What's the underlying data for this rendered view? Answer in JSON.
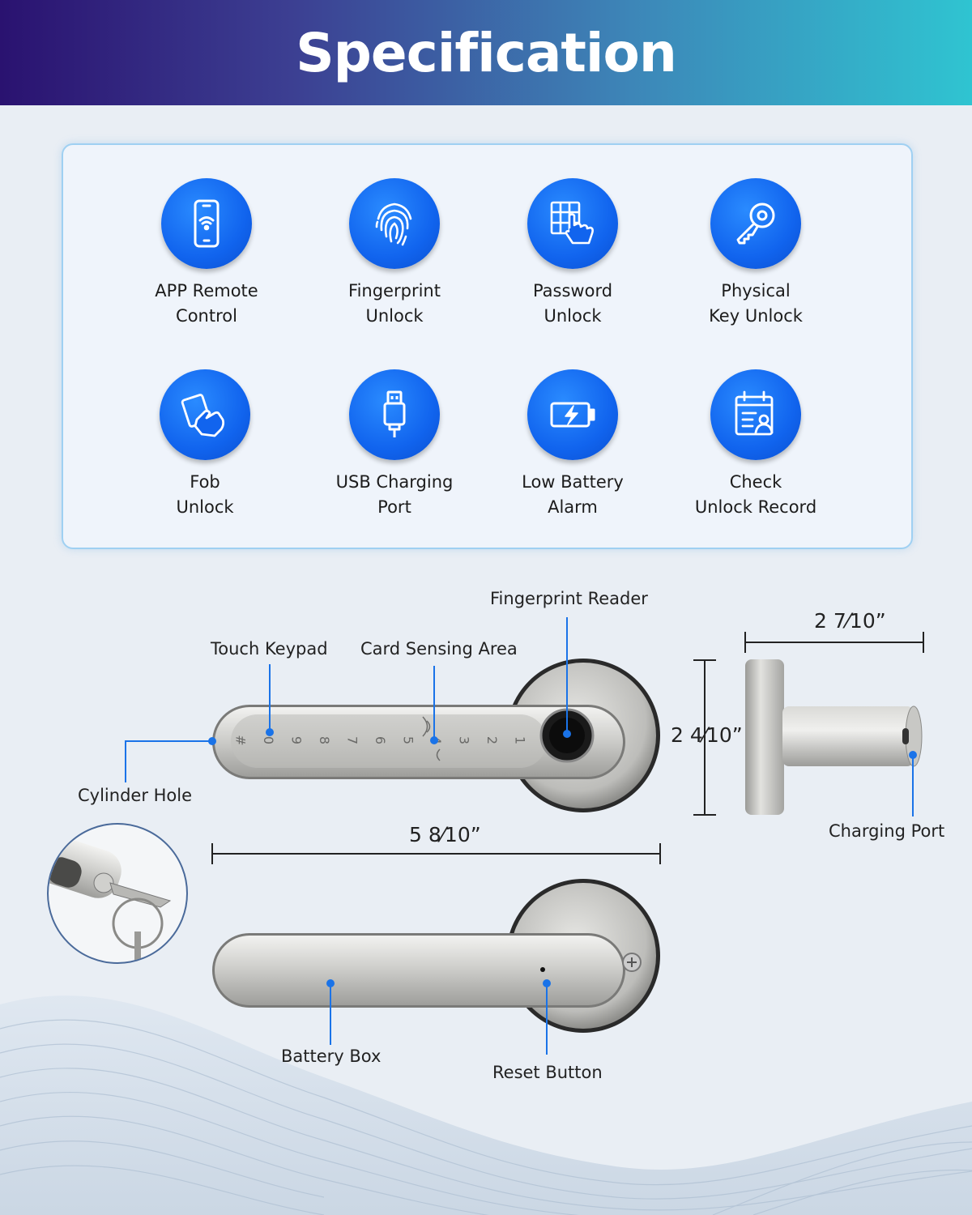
{
  "header": {
    "title": "Specification"
  },
  "features": [
    {
      "icon": "smartphone-wifi-icon",
      "label": "APP Remote\nControl"
    },
    {
      "icon": "fingerprint-icon",
      "label": "Fingerprint\nUnlock"
    },
    {
      "icon": "keypad-touch-icon",
      "label": "Password\nUnlock"
    },
    {
      "icon": "key-icon",
      "label": "Physical\nKey Unlock"
    },
    {
      "icon": "fob-card-icon",
      "label": "Fob\nUnlock"
    },
    {
      "icon": "usb-plug-icon",
      "label": "USB Charging\nPort"
    },
    {
      "icon": "low-battery-icon",
      "label": "Low Battery\nAlarm"
    },
    {
      "icon": "calendar-record-icon",
      "label": "Check\nUnlock Record"
    }
  ],
  "callouts": {
    "fingerprint_reader": "Fingerprint Reader",
    "touch_keypad": "Touch Keypad",
    "card_sensing_area": "Card Sensing Area",
    "cylinder_hole": "Cylinder Hole",
    "charging_port": "Charging Port",
    "battery_box": "Battery Box",
    "reset_button": "Reset Button"
  },
  "dimensions": {
    "depth": "2 7⁄10”",
    "height": "2 4⁄10”",
    "length": "5 8⁄10”"
  },
  "keypad_keys": [
    "1",
    "2",
    "3",
    "4",
    "5",
    "6",
    "7",
    "8",
    "9",
    "0",
    "#"
  ],
  "colors": {
    "accent": "#1164ee",
    "callout_line": "#1a73e8",
    "metal": "#c8c8c6"
  }
}
